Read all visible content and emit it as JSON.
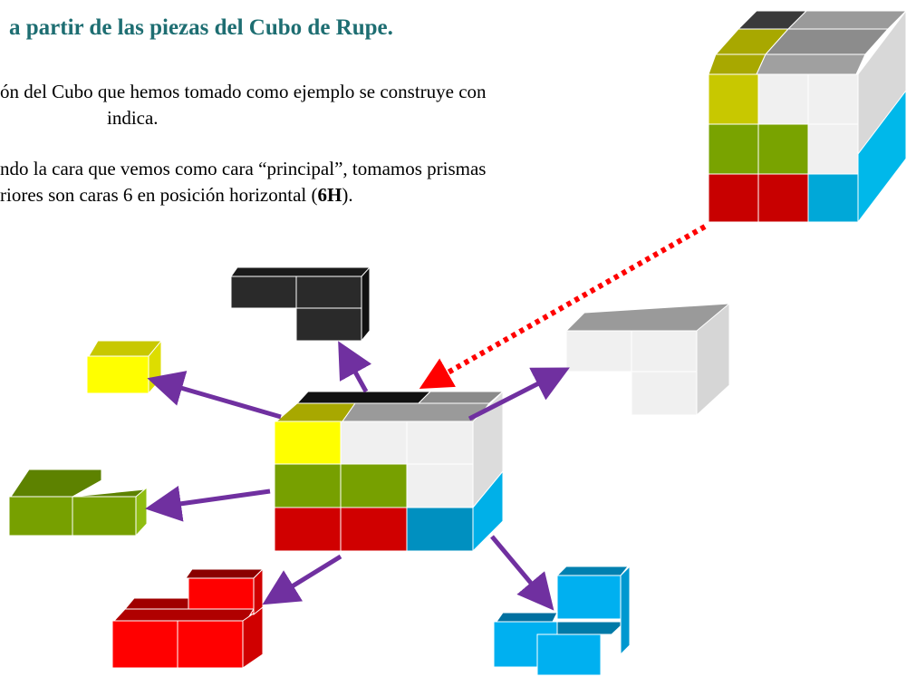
{
  "heading": "a partir de las piezas del Cubo de Rupe.",
  "paragraph1": {
    "line1": "ón del Cubo que hemos tomado como ejemplo se construye con",
    "line2": "indica."
  },
  "paragraph2": {
    "line1": "ndo la cara que vemos como cara “principal”, tomamos prismas",
    "line2_before": "riores son caras 6 en posición horizontal (",
    "line2_bold": "6H",
    "line2_after": ")."
  },
  "colors": {
    "heading": "#1e6e72",
    "arrow": "#7030a0",
    "dotted_arrow": "#ff0000",
    "yellow": "#ffff00",
    "olive": "#77a000",
    "red": "#d00000",
    "blue": "#00b0e8",
    "white": "#f0f0f0",
    "black": "#2a2a2a"
  }
}
